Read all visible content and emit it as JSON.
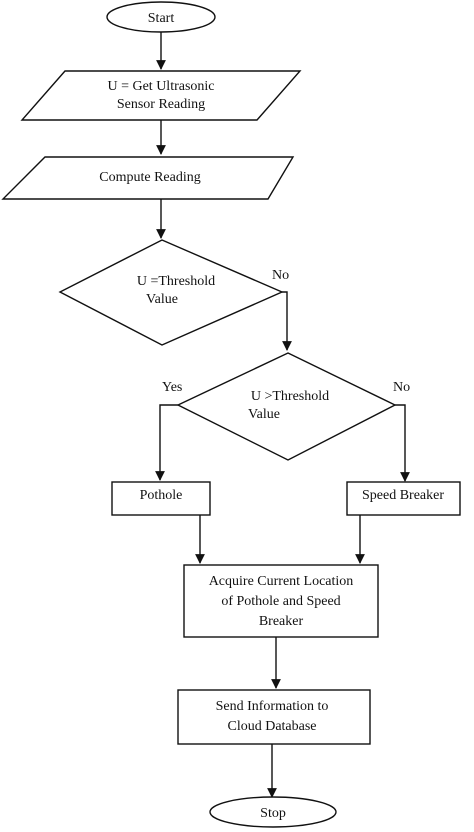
{
  "flowchart": {
    "start": "Start",
    "get_reading": {
      "line1": "U = Get Ultrasonic",
      "line2": "Sensor Reading"
    },
    "compute": "Compute Reading",
    "decision1": {
      "line1": "U =Threshold",
      "line2": "Value",
      "no_label": "No"
    },
    "decision2": {
      "line1": "U >Threshold",
      "line2": "Value",
      "yes_label": "Yes",
      "no_label": "No"
    },
    "pothole": "Pothole",
    "speed_breaker": "Speed Breaker",
    "acquire": {
      "line1": "Acquire Current Location",
      "line2": "of Pothole and Speed",
      "line3": "Breaker"
    },
    "send": {
      "line1": "Send Information to",
      "line2": "Cloud Database"
    },
    "stop": "Stop"
  }
}
